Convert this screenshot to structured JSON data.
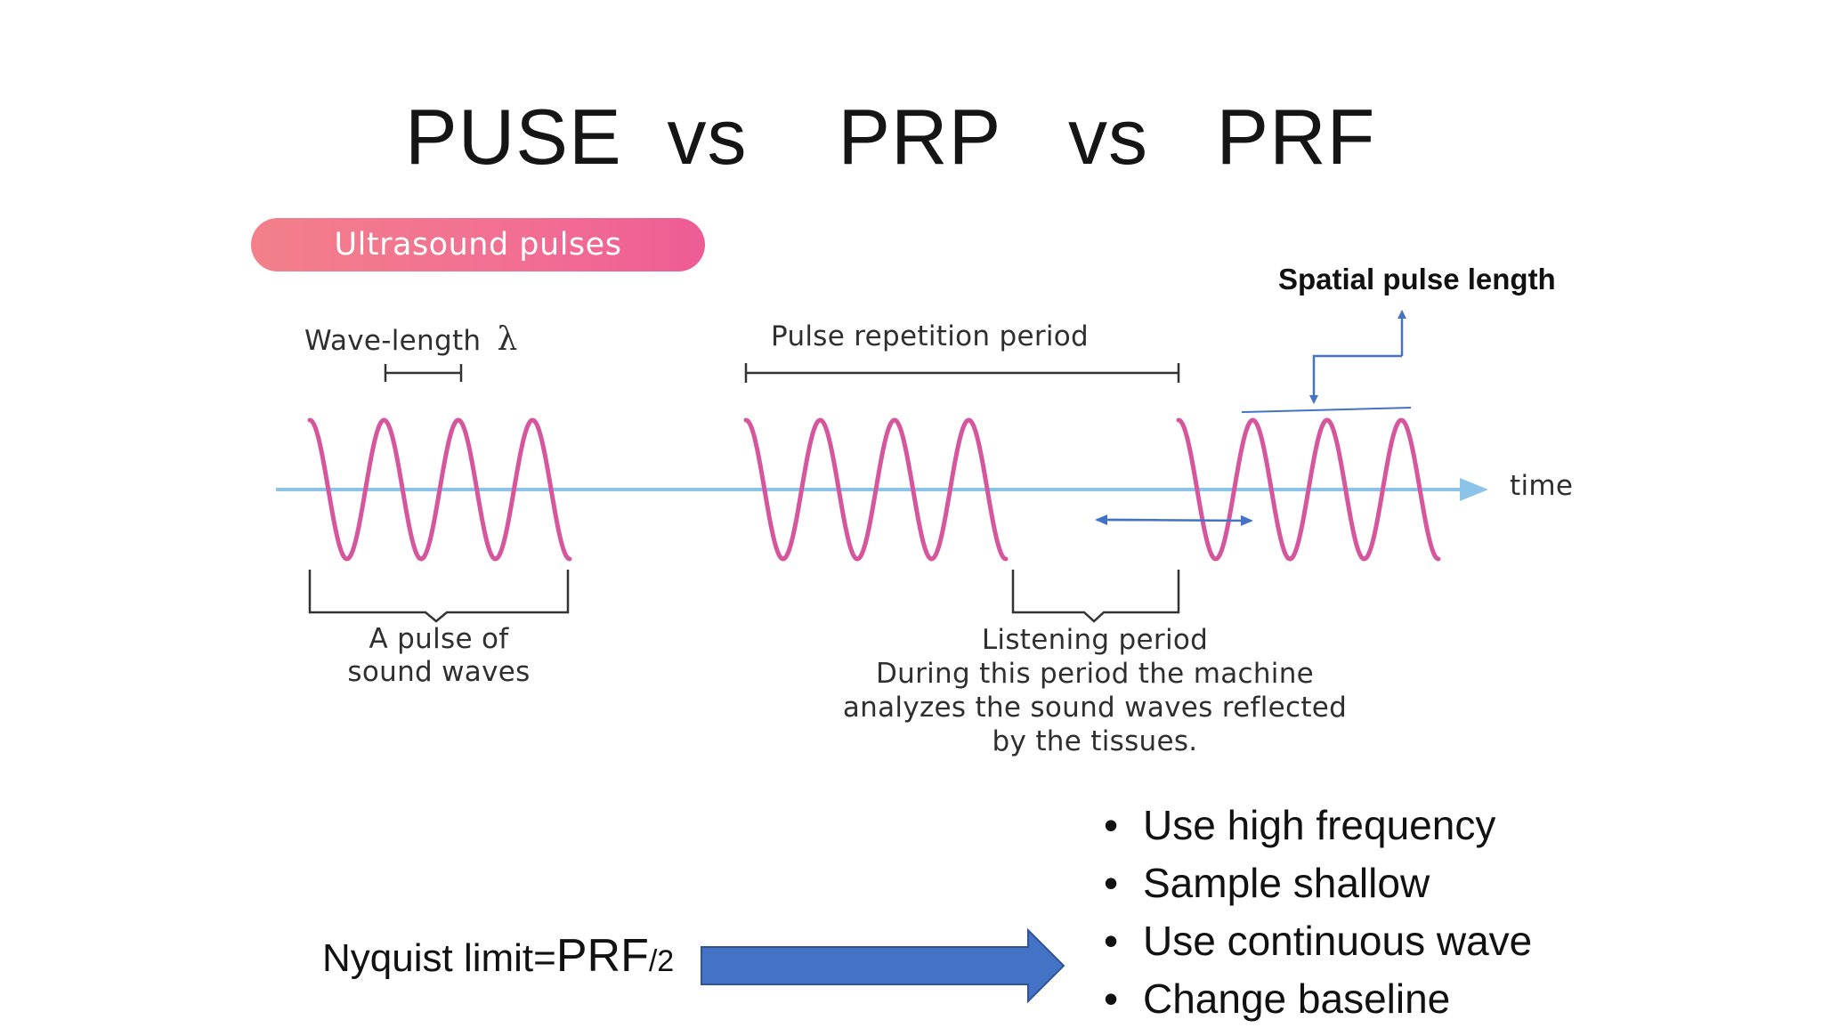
{
  "slide": {
    "title": "PUSE  vs    PRP   vs   PRF"
  },
  "figure": {
    "badge": "Ultrasound pulses",
    "wavelength_label": "Wave-length",
    "lambda_symbol": "λ",
    "prp_label": "Pulse repetition period",
    "time_label": "time",
    "pulse_label_line1": "A pulse of",
    "pulse_label_line2": "sound waves",
    "listening_title": "Listening period",
    "listening_line1": "During this period the machine",
    "listening_line2": "analyzes the sound waves reflected",
    "listening_line3": "by the tissues."
  },
  "annotation": {
    "spatial_pulse_length": "Spatial pulse length"
  },
  "nyquist": {
    "prefix": "Nyquist limit=",
    "prf": "PRF",
    "suffix": "/2"
  },
  "bullets": [
    "Use high frequency",
    "Sample shallow",
    "Use continuous wave",
    "Change baseline"
  ],
  "colors": {
    "wave": "#d6569e",
    "axis": "#8cc3e8",
    "annotation": "#4472c4",
    "big_arrow": "#4472c4"
  }
}
